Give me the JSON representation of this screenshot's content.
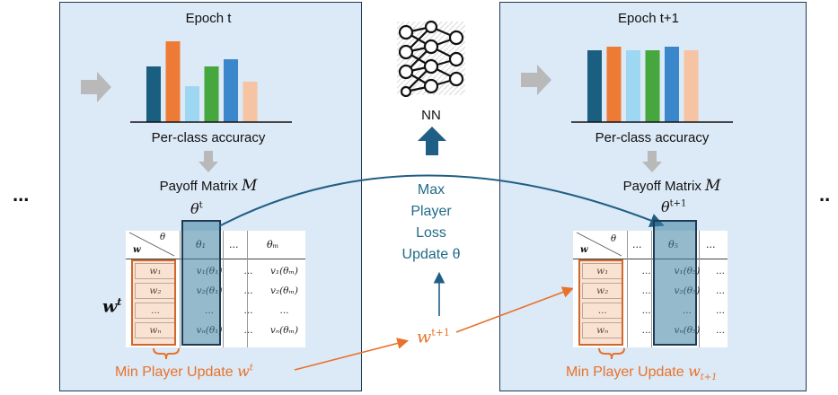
{
  "left_panel": {
    "epoch_title": "Epoch t",
    "accuracy_label": "Per-class accuracy",
    "payoff_label": "Payoff Matrix",
    "payoff_symbol": "M",
    "theta_label": "θ",
    "theta_sup": "t",
    "w_label": "w",
    "w_sup": "t",
    "bars": [
      {
        "value": 0.62,
        "color": "#1b5f80"
      },
      {
        "value": 0.9,
        "color": "#ee7b35"
      },
      {
        "value": 0.4,
        "color": "#9dd7f2"
      },
      {
        "value": 0.62,
        "color": "#45a73d"
      },
      {
        "value": 0.7,
        "color": "#3a87cc"
      },
      {
        "value": 0.45,
        "color": "#f6c3a3"
      }
    ],
    "matrix": {
      "corner_theta": "θ",
      "corner_w": "w",
      "header": [
        "θ₁",
        "...",
        "θₘ"
      ],
      "rows": [
        [
          "w₁",
          "v₁(θ₁)",
          "...",
          "v₁(θₘ)"
        ],
        [
          "w₂",
          "v₂(θ₁)",
          "...",
          "v₂(θₘ)"
        ],
        [
          "...",
          "...",
          "...",
          "..."
        ],
        [
          "wₙ",
          "vₙ(θ₁)",
          "...",
          "vₙ(θₘ)"
        ]
      ]
    },
    "min_player_text": "Min Player Update",
    "min_player_var": "w",
    "min_player_sup": "t"
  },
  "right_panel": {
    "epoch_title": "Epoch t+1",
    "accuracy_label": "Per-class accuracy",
    "payoff_label": "Payoff Matrix",
    "payoff_symbol": "M",
    "theta_label": "θ",
    "theta_sup": "t+1",
    "bars": [
      {
        "value": 0.8,
        "color": "#1b5f80"
      },
      {
        "value": 0.84,
        "color": "#ee7b35"
      },
      {
        "value": 0.8,
        "color": "#9dd7f2"
      },
      {
        "value": 0.8,
        "color": "#45a73d"
      },
      {
        "value": 0.84,
        "color": "#3a87cc"
      },
      {
        "value": 0.8,
        "color": "#f6c3a3"
      }
    ],
    "matrix": {
      "corner_theta": "θ",
      "corner_w": "w",
      "header": [
        "...",
        "θ₅",
        "..."
      ],
      "rows": [
        [
          "w₁",
          "...",
          "v₁(θ₅)",
          "..."
        ],
        [
          "w₂",
          "...",
          "v₂(θ₅)",
          "..."
        ],
        [
          "...",
          "...",
          "...",
          "..."
        ],
        [
          "wₙ",
          "...",
          "vₙ(θ₅)",
          "..."
        ]
      ]
    },
    "min_player_text": "Min Player Update",
    "min_player_var": "w",
    "min_player_sub": "t+1"
  },
  "center": {
    "nn_label": "NN",
    "max_player_lines": [
      "Max",
      "Player",
      "Loss",
      "Update θ"
    ],
    "w_next": "w",
    "w_next_sup": "t+1"
  },
  "ellipsis_left": "...",
  "ellipsis_right": "..",
  "colors": {
    "panel_bg": "#dce9f6",
    "panel_border": "#1f3a55",
    "orange": "#e8722a",
    "teal": "#1f6b86",
    "gray_arrow": "#b9b9b9"
  }
}
